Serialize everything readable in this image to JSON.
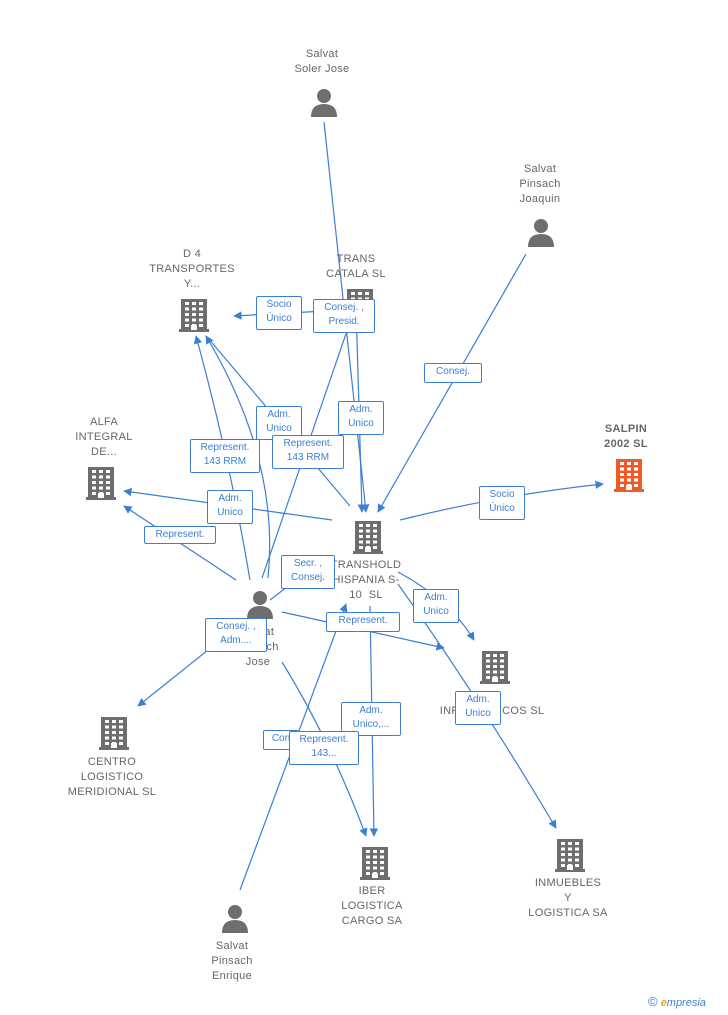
{
  "colors": {
    "edge": "#3b7fd4",
    "node": "#6e6e6e",
    "focus": "#f05a28"
  },
  "nodes": [
    {
      "id": "salvat_soler",
      "type": "person",
      "lines": [
        "Salvat",
        "Soler Jose"
      ]
    },
    {
      "id": "salvat_joaquin",
      "type": "person",
      "lines": [
        "Salvat",
        "Pinsach",
        "Joaquin"
      ]
    },
    {
      "id": "d4",
      "type": "company",
      "lines": [
        "D 4",
        "TRANSPORTES",
        "Y..."
      ]
    },
    {
      "id": "trans_catala",
      "type": "company",
      "lines": [
        "TRANS",
        "CATALA SL"
      ]
    },
    {
      "id": "salpin",
      "type": "company",
      "focus": true,
      "lines": [
        "SALPIN",
        "2002 SL"
      ]
    },
    {
      "id": "alfa",
      "type": "company",
      "lines": [
        "ALFA",
        "INTEGRAL",
        "DE..."
      ]
    },
    {
      "id": "transhold",
      "type": "company",
      "lines": [
        "TRANSHOLD",
        "HISPANIA S-",
        "10  SL"
      ]
    },
    {
      "id": "salvat_jose",
      "type": "person",
      "lines": [
        "Salvat",
        "Pinsach",
        "Jose"
      ]
    },
    {
      "id": "centro",
      "type": "company",
      "lines": [
        "CENTRO",
        "LOGISTICO",
        "MERIDIONAL SL"
      ]
    },
    {
      "id": "is_inf",
      "type": "company",
      "lines": [
        "IS",
        "INFORMATICOS SL"
      ]
    },
    {
      "id": "iber",
      "type": "company",
      "lines": [
        "IBER",
        "LOGISTICA",
        "CARGO SA"
      ]
    },
    {
      "id": "inmuebles",
      "type": "company",
      "lines": [
        "INMUEBLES",
        "Y",
        "LOGISTICA SA"
      ]
    },
    {
      "id": "salvat_enrique",
      "type": "person",
      "lines": [
        "Salvat",
        "Pinsach",
        "Enrique"
      ]
    }
  ],
  "relations": [
    {
      "id": "r1",
      "lines": [
        "Socio",
        "Único"
      ]
    },
    {
      "id": "r2",
      "lines": [
        "Consej. ,",
        "Presid."
      ]
    },
    {
      "id": "r3",
      "lines": [
        "Consej."
      ]
    },
    {
      "id": "r4",
      "lines": [
        "Adm.",
        "Unico"
      ]
    },
    {
      "id": "r5",
      "lines": [
        "Adm.",
        "Unico"
      ]
    },
    {
      "id": "r6",
      "lines": [
        "Represent.",
        "143 RRM"
      ]
    },
    {
      "id": "r7",
      "lines": [
        "Represent.",
        "143 RRM"
      ]
    },
    {
      "id": "r8",
      "lines": [
        "Socio",
        "Único"
      ]
    },
    {
      "id": "r9",
      "lines": [
        "Adm.",
        "Unico"
      ]
    },
    {
      "id": "r10",
      "lines": [
        "Represent."
      ]
    },
    {
      "id": "r11",
      "lines": [
        "Secr. ,",
        "Consej."
      ]
    },
    {
      "id": "r12",
      "lines": [
        "Consej. ,",
        "Adm...."
      ]
    },
    {
      "id": "r13",
      "lines": [
        "Adm.",
        "Unico"
      ]
    },
    {
      "id": "r14",
      "lines": [
        "Represent."
      ]
    },
    {
      "id": "r15",
      "lines": [
        "Adm.",
        "Unico"
      ]
    },
    {
      "id": "r16",
      "lines": [
        "Adm.",
        "Unico,..."
      ]
    },
    {
      "id": "r17",
      "lines": [
        "Con"
      ]
    },
    {
      "id": "r18",
      "lines": [
        "Represent.",
        "143..."
      ]
    }
  ],
  "brand": {
    "copyright": "©",
    "first": "e",
    "rest": "mpresia"
  }
}
